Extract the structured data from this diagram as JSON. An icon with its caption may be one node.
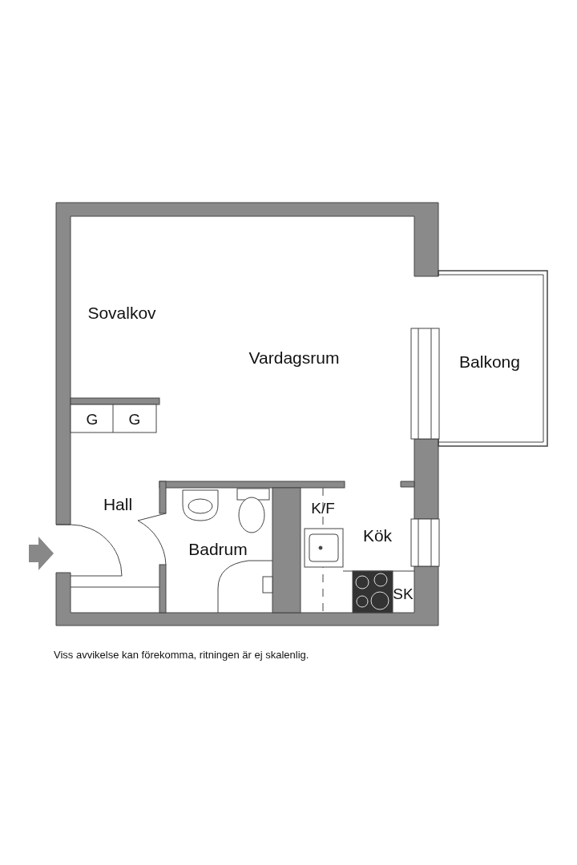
{
  "diagram": {
    "caption": "Viss avvikelse kan förekomma, ritningen är ej skalenlig.",
    "labels": [
      "Sovalkov",
      "Vardagsrum",
      "Balkong",
      "G",
      "G",
      "Hall",
      "K/F",
      "Kök",
      "Badrum",
      "SK"
    ]
  }
}
